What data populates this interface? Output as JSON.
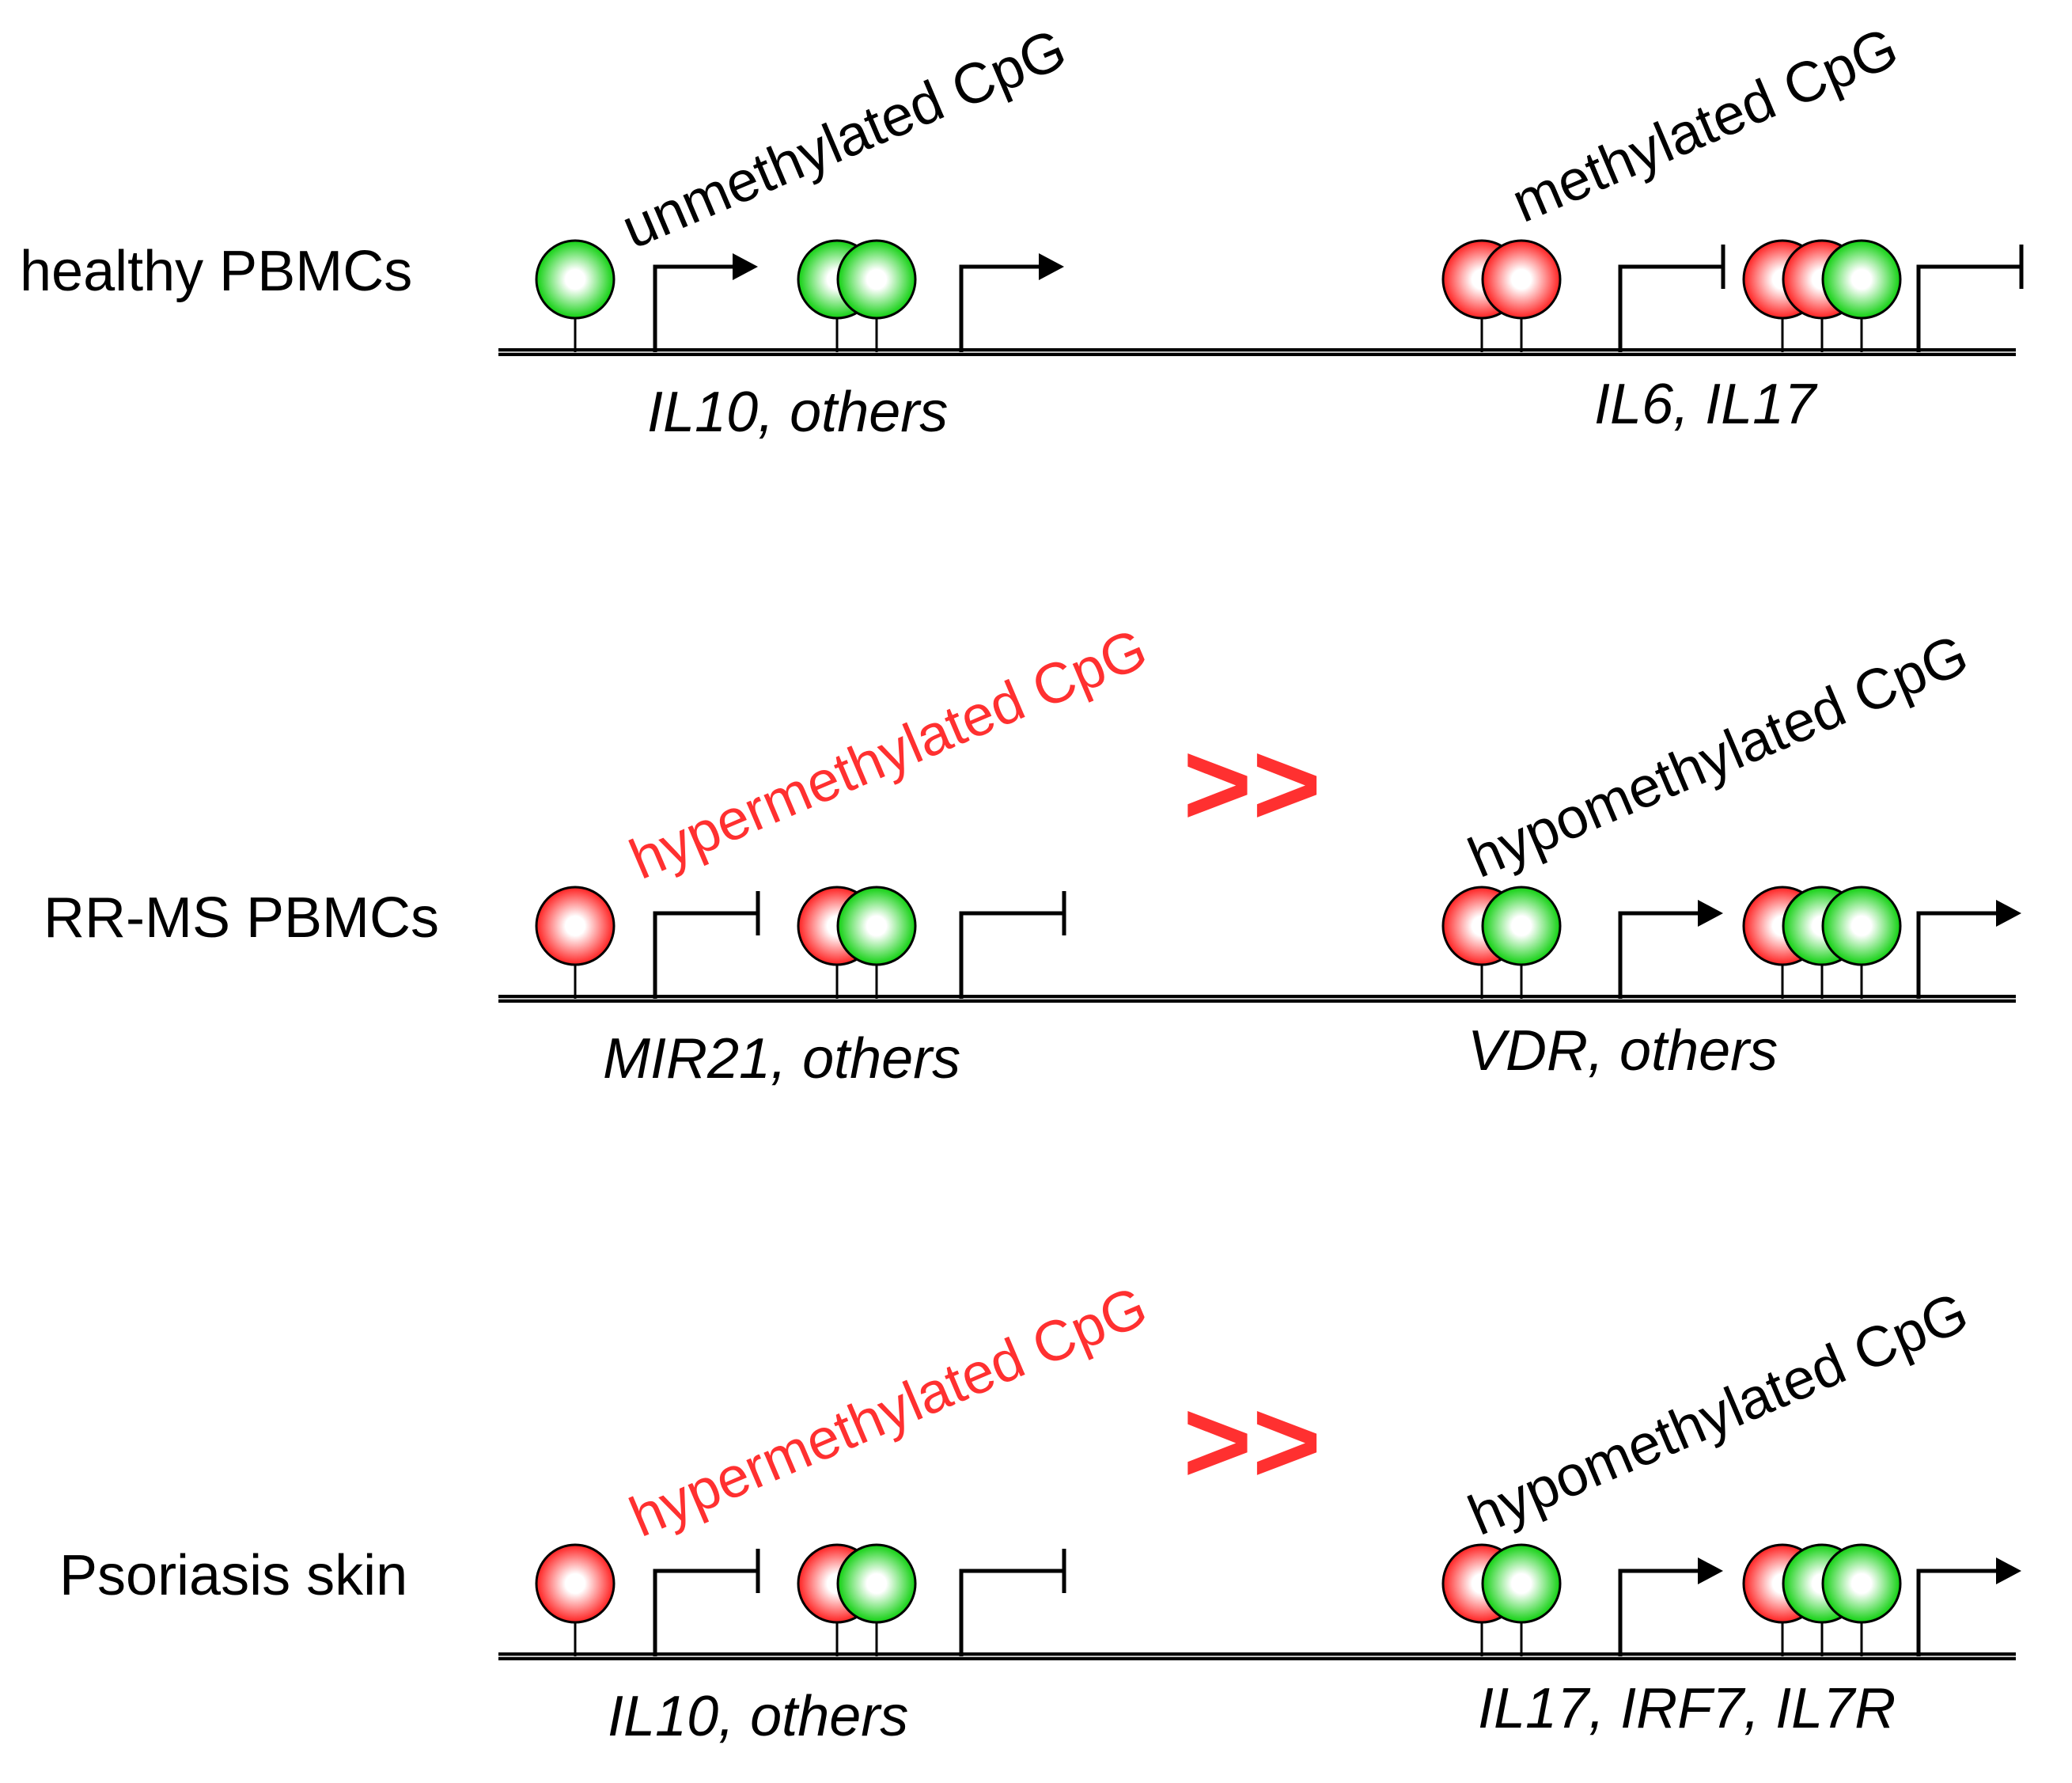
{
  "colors": {
    "methylated": "#ff2a2a",
    "unmethylated": "#1fd81f",
    "highlight_text": "#ff3030",
    "line": "#000000"
  },
  "rows": [
    {
      "label": "healthy PBMCs",
      "left_cpg_label": "unmethylated CpG",
      "left_cpg_highlight": false,
      "right_cpg_label": "methylated CpG",
      "comparator": "",
      "left_genes": "IL10, others",
      "right_genes": "IL6, IL17",
      "promoters": [
        {
          "sites": [
            "unmethylated"
          ],
          "state": "active"
        },
        {
          "sites": [
            "unmethylated",
            "unmethylated"
          ],
          "state": "active"
        },
        {
          "sites": [
            "methylated",
            "methylated"
          ],
          "state": "repressed"
        },
        {
          "sites": [
            "methylated",
            "methylated",
            "unmethylated"
          ],
          "state": "repressed"
        }
      ]
    },
    {
      "label": "RR-MS PBMCs",
      "left_cpg_label": "hypermethylated CpG",
      "left_cpg_highlight": true,
      "right_cpg_label": "hypomethylated CpG",
      "comparator": ">>",
      "left_genes": "MIR21, others",
      "right_genes": "VDR, others",
      "promoters": [
        {
          "sites": [
            "methylated"
          ],
          "state": "repressed"
        },
        {
          "sites": [
            "methylated",
            "unmethylated"
          ],
          "state": "repressed"
        },
        {
          "sites": [
            "methylated",
            "unmethylated"
          ],
          "state": "active"
        },
        {
          "sites": [
            "methylated",
            "unmethylated",
            "unmethylated"
          ],
          "state": "active"
        }
      ]
    },
    {
      "label": "Psoriasis skin",
      "left_cpg_label": "hypermethylated CpG",
      "left_cpg_highlight": true,
      "right_cpg_label": "hypomethylated CpG",
      "comparator": ">>",
      "left_genes": "IL10, others",
      "right_genes": "IL17, IRF7, IL7R",
      "promoters": [
        {
          "sites": [
            "methylated"
          ],
          "state": "repressed"
        },
        {
          "sites": [
            "methylated",
            "unmethylated"
          ],
          "state": "repressed"
        },
        {
          "sites": [
            "methylated",
            "unmethylated"
          ],
          "state": "active"
        },
        {
          "sites": [
            "methylated",
            "unmethylated",
            "unmethylated"
          ],
          "state": "active"
        }
      ]
    }
  ]
}
